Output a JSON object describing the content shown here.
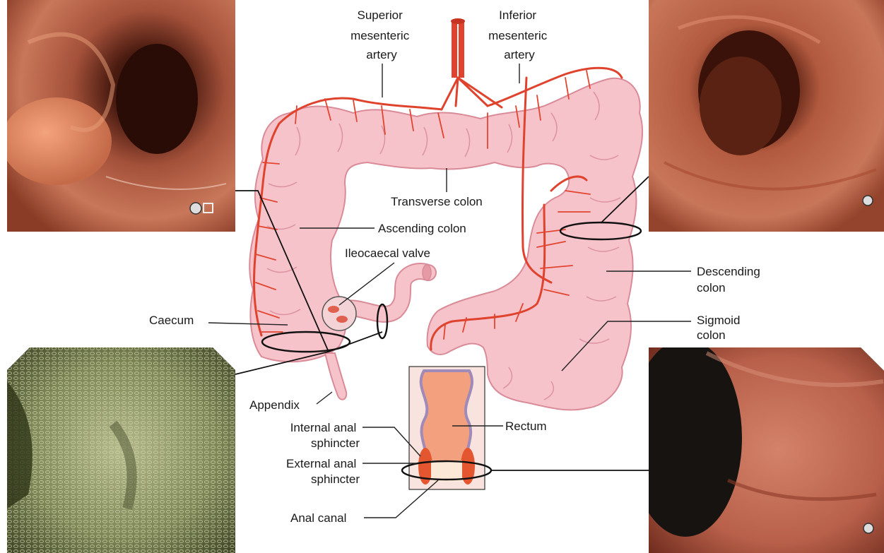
{
  "labels": {
    "superior_mesenteric_artery": [
      "Superior",
      "mesenteric",
      "artery"
    ],
    "inferior_mesenteric_artery": [
      "Inferior",
      "mesenteric",
      "artery"
    ],
    "transverse_colon": "Transverse colon",
    "ascending_colon": "Ascending colon",
    "ileocaecal_valve": "Ileocaecal valve",
    "descending_colon": [
      "Descending",
      "colon"
    ],
    "caecum": "Caecum",
    "sigmoid_colon": [
      "Sigmoid",
      "colon"
    ],
    "appendix": "Appendix",
    "rectum": "Rectum",
    "internal_anal_sphincter": [
      "Internal anal",
      "sphincter"
    ],
    "external_anal_sphincter": [
      "External anal",
      "sphincter"
    ],
    "anal_canal": "Anal canal"
  },
  "photos": {
    "top_left": {
      "icon": "endoscope-logo-icon"
    },
    "top_right": {
      "icon": "endoscope-logo-icon"
    },
    "bottom_left": {
      "icon": "none"
    },
    "bottom_right": {
      "icon": "endoscope-logo-icon"
    }
  },
  "colors": {
    "colon_fill": "#f6c3cb",
    "artery": "#e0432d",
    "photo_frame": "#000000"
  }
}
